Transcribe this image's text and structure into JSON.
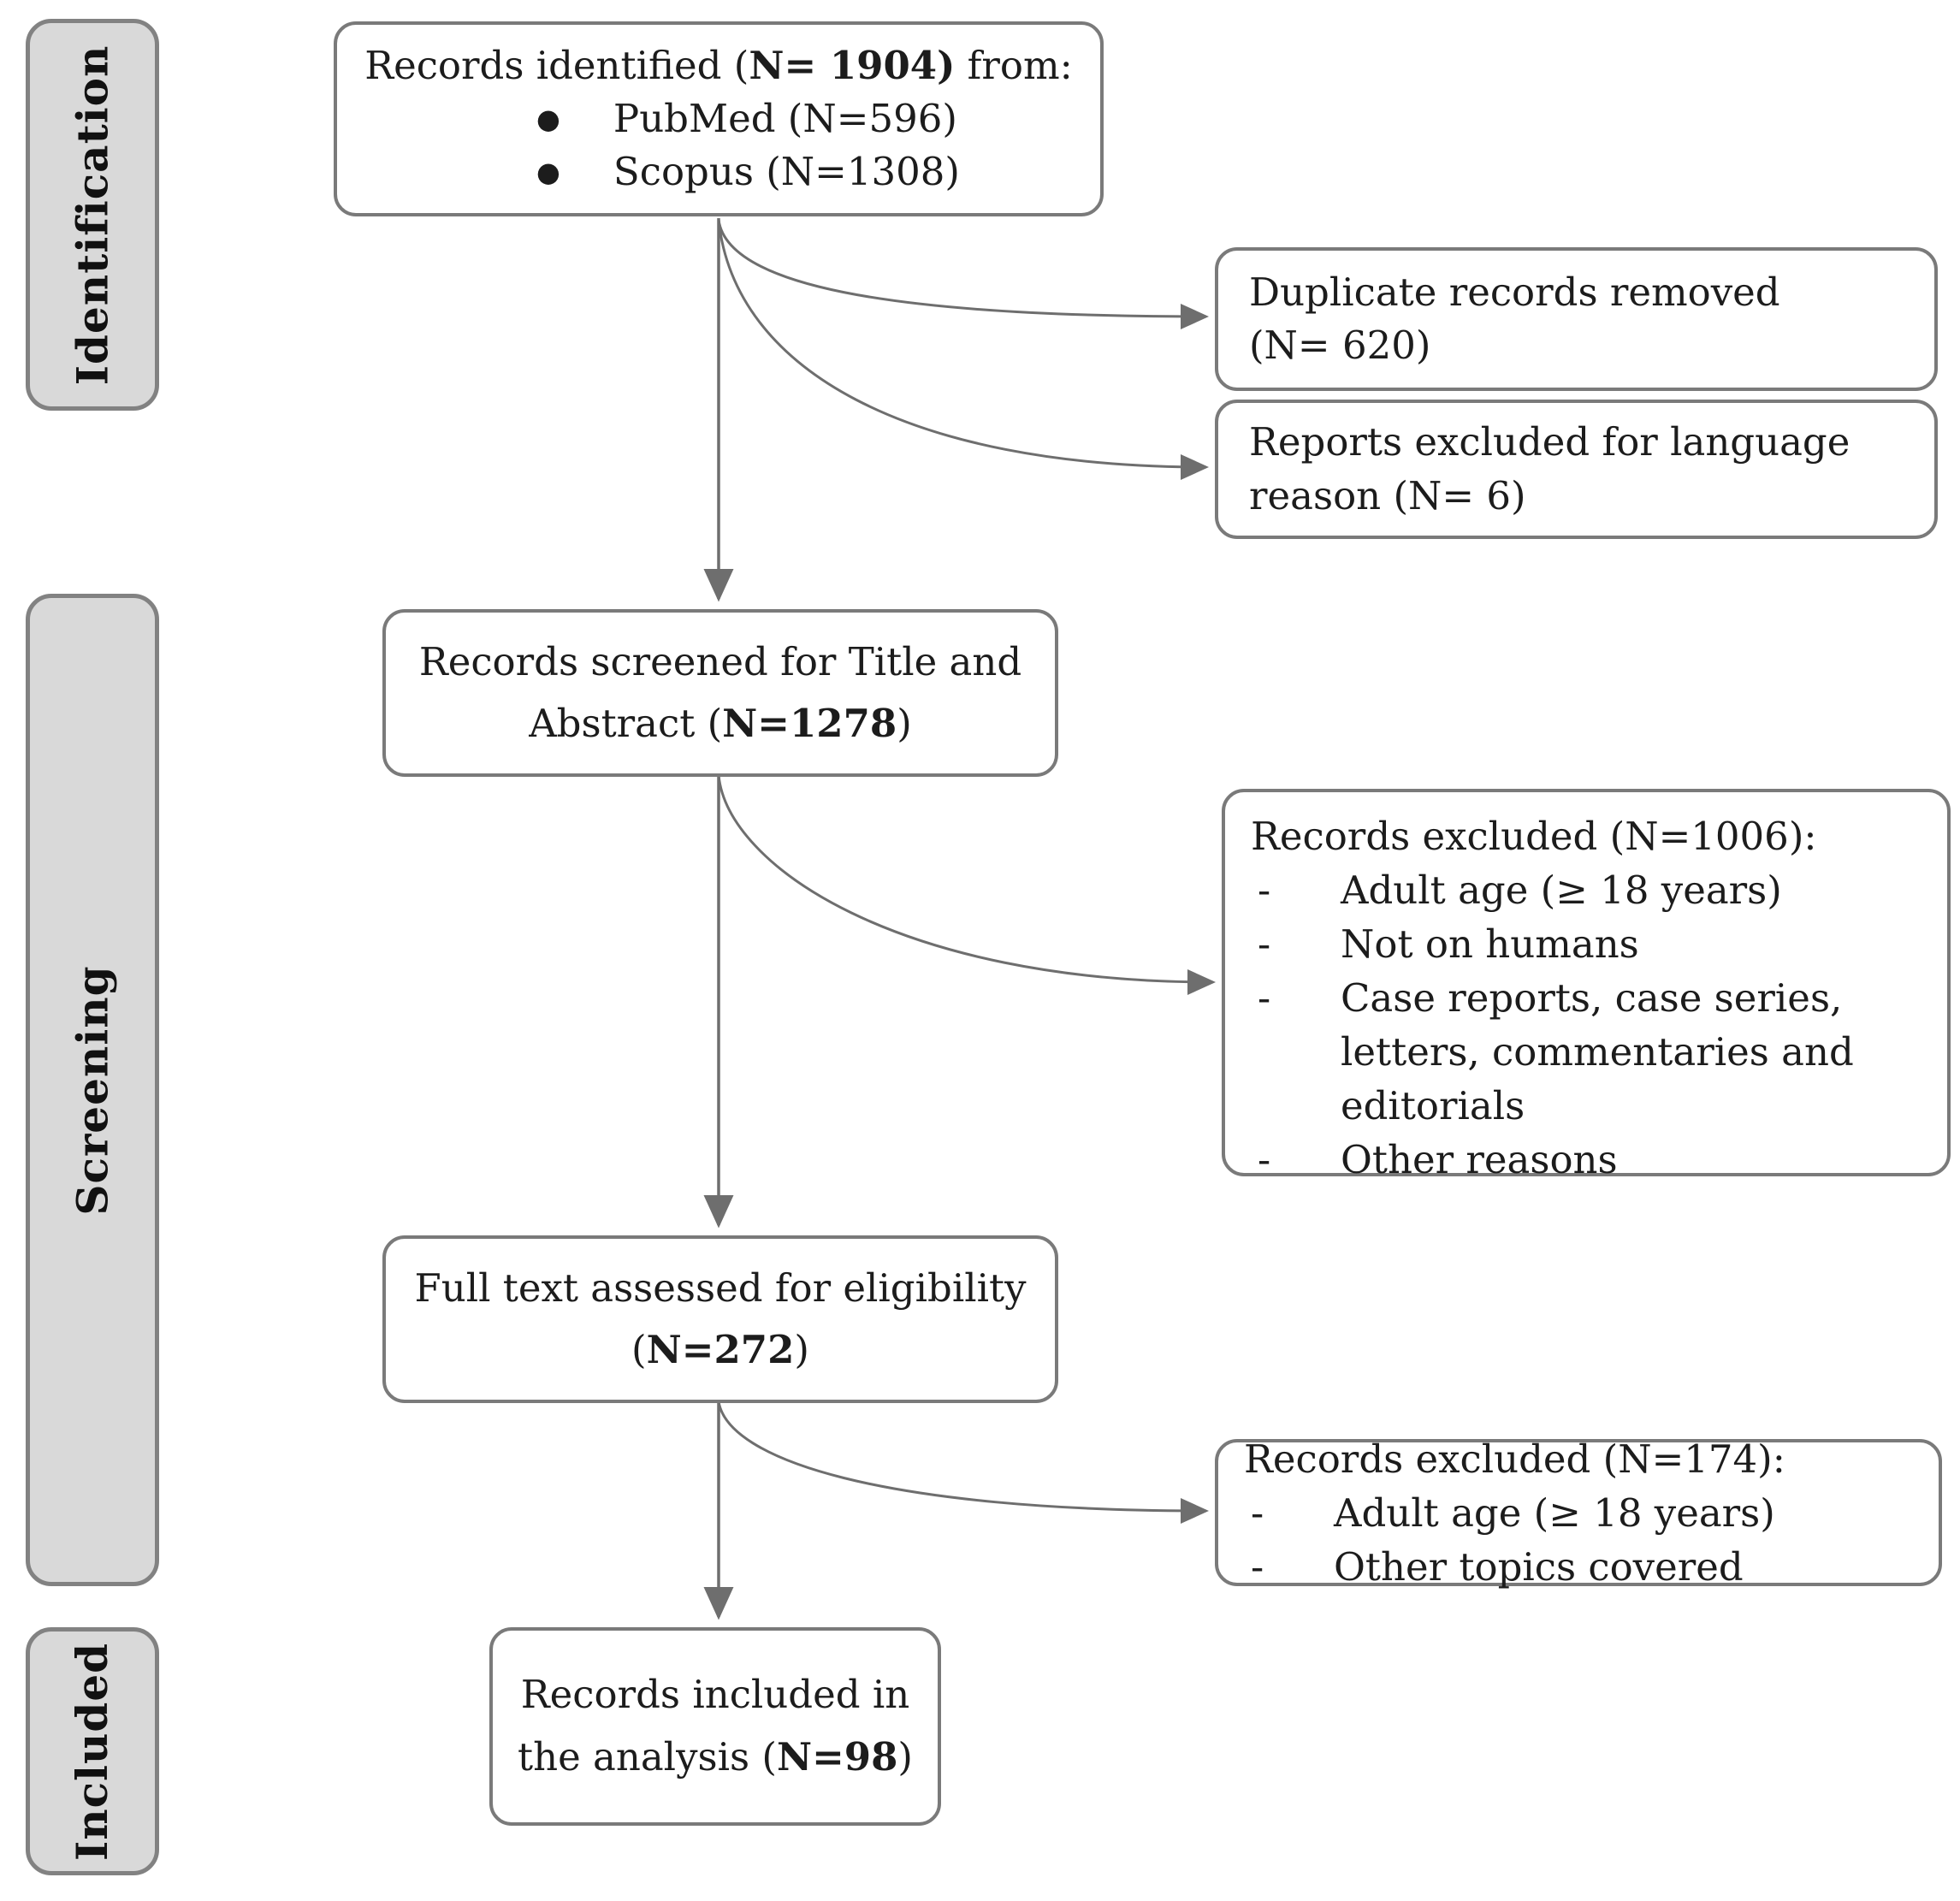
{
  "stages": {
    "identification": "Identification",
    "screening": "Screening",
    "included": "Included"
  },
  "boxes": {
    "identified": {
      "pre": "Records identified (",
      "n": "N= 1904)",
      "post": " from:",
      "bullets": [
        "PubMed (N=596)",
        "Scopus (N=1308)"
      ]
    },
    "screened": {
      "line1": "Records screened for Title and",
      "line2_pre": "Abstract (",
      "line2_n": "N=1278",
      "line2_post": ")"
    },
    "fulltext": {
      "line1": "Full text assessed for eligibility",
      "line2_pre": "(",
      "line2_n": "N=272",
      "line2_post": ")"
    },
    "included_final": {
      "line1": "Records included in",
      "line2_pre": "the analysis (",
      "line2_n": "N=98",
      "line2_post": ")"
    },
    "dup_removed": {
      "line1": "Duplicate records removed",
      "line2": "(N= 620)"
    },
    "lang_excluded": {
      "line1": "Reports excluded for language",
      "line2": "reason (N= 6)"
    },
    "screen_excluded": {
      "title": "Records excluded (N=1006):",
      "items": [
        "Adult age (≥ 18 years)",
        "Not on humans",
        "Case reports, case series, letters, commentaries and editorials",
        "Other reasons"
      ]
    },
    "ft_excluded": {
      "title": "Records excluded (N=174):",
      "items": [
        "Adult age (≥ 18 years)",
        "Other topics covered"
      ]
    }
  },
  "icons": {
    "bullet": "●",
    "dash": "-"
  },
  "colors": {
    "background": "#ffffff",
    "box_border": "#7a7a7a",
    "stage_fill": "#d9d9d9",
    "stage_border": "#828282",
    "arrow": "#6e6e6e",
    "text": "#1c1c1c"
  }
}
